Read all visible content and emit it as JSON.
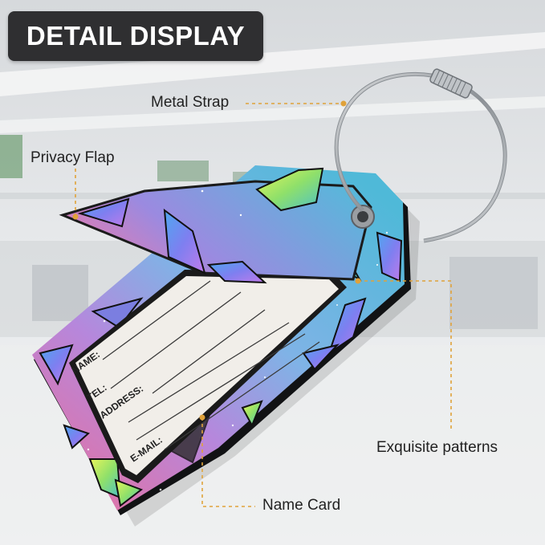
{
  "header": {
    "title": "DETAIL DISPLAY"
  },
  "callouts": {
    "metal_strap": "Metal Strap",
    "privacy_flap": "Privacy Flap",
    "exquisite_patterns": "Exquisite patterns",
    "name_card": "Name Card"
  },
  "card_fields": [
    "NAME:",
    "TEL:",
    "ADDRESS:",
    "E-MAIL:"
  ],
  "colors": {
    "badge_bg": "#2f2f31",
    "badge_text": "#ffffff",
    "callout_line": "#e0a23a",
    "tag_blue": "#56b6d9",
    "tag_pink": "#e3799e",
    "tag_purple": "#a486d8"
  }
}
